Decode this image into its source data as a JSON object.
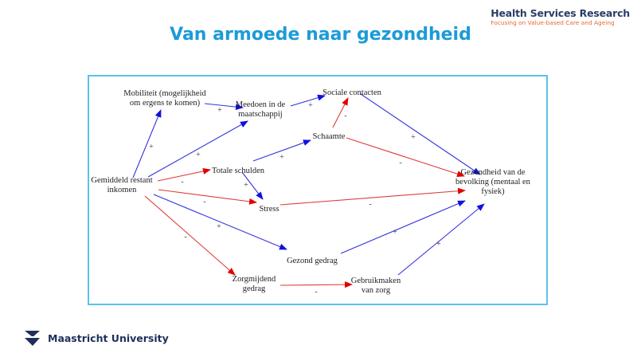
{
  "header": {
    "brand_title": "Health Services Research",
    "brand_subtitle": "Focusing on Value-based Care and Ageing",
    "title": "Van armoede naar gezondheid"
  },
  "footer": {
    "university": "Maastricht University",
    "logo_letters": "UM"
  },
  "colors": {
    "positive": "#3333dd",
    "negative": "#e03a3a",
    "title": "#1c9bd8",
    "frame": "#5bc2e8"
  },
  "diagram": {
    "nodes": {
      "mobiliteit": [
        "Mobiliteit (mogelijkheid",
        "om ergens te komen)"
      ],
      "meedoen": [
        "Meedoen in de",
        "maatschappij"
      ],
      "sociale": [
        "Sociale contacten"
      ],
      "schaamte": [
        "Schaamte"
      ],
      "schulden": [
        "Totale schulden"
      ],
      "inkomen": [
        "Gemiddeld restant",
        "inkomen"
      ],
      "stress": [
        "Stress"
      ],
      "gezondheid": [
        "Gezondheid van de",
        "bevolking (mentaal en",
        "fysiek)"
      ],
      "gedrag": [
        "Gezond gedrag"
      ],
      "zorgmijdend": [
        "Zorgmijdend",
        "gedrag"
      ],
      "zorg": [
        "Gebruikmaken",
        "van zorg"
      ]
    },
    "edges": [
      {
        "from": "inkomen",
        "to": "mobiliteit",
        "sign": "+"
      },
      {
        "from": "inkomen",
        "to": "meedoen",
        "sign": "+"
      },
      {
        "from": "mobiliteit",
        "to": "meedoen",
        "sign": "+"
      },
      {
        "from": "meedoen",
        "to": "sociale",
        "sign": "+"
      },
      {
        "from": "inkomen",
        "to": "schulden",
        "sign": "-"
      },
      {
        "from": "schulden",
        "to": "schaamte",
        "sign": "+"
      },
      {
        "from": "schulden",
        "to": "stress",
        "sign": "+"
      },
      {
        "from": "inkomen",
        "to": "stress",
        "sign": "-"
      },
      {
        "from": "schaamte",
        "to": "sociale",
        "sign": "-"
      },
      {
        "from": "sociale",
        "to": "gezondheid",
        "sign": "+"
      },
      {
        "from": "schaamte",
        "to": "gezondheid",
        "sign": "-"
      },
      {
        "from": "stress",
        "to": "gezondheid",
        "sign": "-"
      },
      {
        "from": "inkomen",
        "to": "gedrag",
        "sign": "+"
      },
      {
        "from": "inkomen",
        "to": "zorgmijdend",
        "sign": "-"
      },
      {
        "from": "gedrag",
        "to": "gezondheid",
        "sign": "+"
      },
      {
        "from": "zorgmijdend",
        "to": "zorg",
        "sign": "-"
      },
      {
        "from": "zorg",
        "to": "gezondheid",
        "sign": "+"
      }
    ]
  }
}
